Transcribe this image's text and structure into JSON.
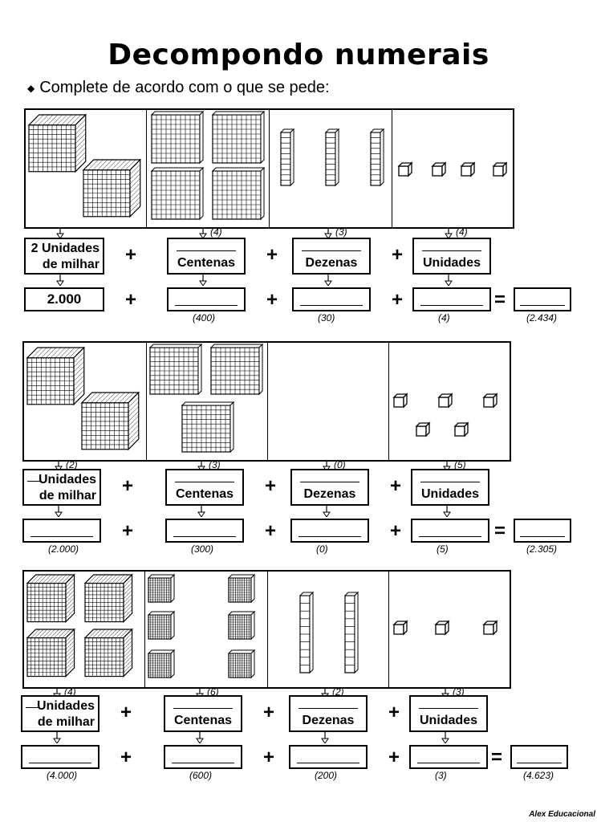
{
  "title": "Decompondo numerais",
  "instruction": "Complete de acordo com o que se pede:",
  "footer": "Alex Educacional",
  "plus": "+",
  "equals": "=",
  "sections": [
    {
      "row1": {
        "thousands": "2 Unidades\nde milhar",
        "hundreds": "Centenas",
        "tens": "Dezenas",
        "units": "Unidades"
      },
      "arrows": {
        "thousands": "",
        "hundreds": "(4)",
        "tens": "(3)",
        "units": "(4)"
      },
      "row2": {
        "thousands": "2.000",
        "hundreds": "",
        "tens": "",
        "units": "",
        "total": ""
      },
      "answers": {
        "thousands": "",
        "hundreds": "(400)",
        "tens": "(30)",
        "units": "(4)",
        "total": "(2.434)"
      },
      "blocks": {
        "thousands": 2,
        "hundreds": 4,
        "tens": 3,
        "units": 4
      }
    },
    {
      "row1": {
        "thousands": "Unidades\nde milhar",
        "hundreds": "Centenas",
        "tens": "Dezenas",
        "units": "Unidades"
      },
      "arrows": {
        "thousands": "(2)",
        "hundreds": "(3)",
        "tens": "(0)",
        "units": "(5)"
      },
      "row2": {
        "thousands": "",
        "hundreds": "",
        "tens": "",
        "units": "",
        "total": ""
      },
      "answers": {
        "thousands": "(2.000)",
        "hundreds": "(300)",
        "tens": "(0)",
        "units": "(5)",
        "total": "(2.305)"
      },
      "blocks": {
        "thousands": 2,
        "hundreds": 3,
        "tens": 0,
        "units": 5
      }
    },
    {
      "row1": {
        "thousands": "Unidades\nde milhar",
        "hundreds": "Centenas",
        "tens": "Dezenas",
        "units": "Unidades"
      },
      "arrows": {
        "thousands": "(4)",
        "hundreds": "(6)",
        "tens": "(2)",
        "units": "(3)"
      },
      "row2": {
        "thousands": "",
        "hundreds": "",
        "tens": "",
        "units": "",
        "total": ""
      },
      "answers": {
        "thousands": "(4.000)",
        "hundreds": "(600)",
        "tens": "(200)",
        "units": "(3)",
        "total": "(4.623)"
      },
      "blocks": {
        "thousands": 4,
        "hundreds": 6,
        "tens": 2,
        "units": 3
      }
    }
  ]
}
